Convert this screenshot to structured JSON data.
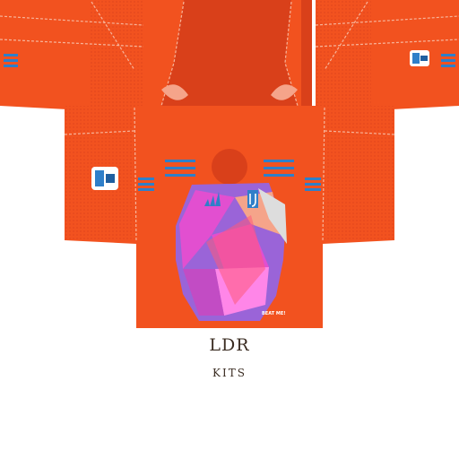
{
  "kit": {
    "base_color": "#f2521f",
    "dark_color": "#d9401a",
    "stitch_color": "#f7b49a",
    "accent_color": "#2f7fc9",
    "salmon_color": "#f5a48a",
    "pink_color": "#e24fd0",
    "purple_color": "#9a64d8",
    "white_color": "#ffffff",
    "icons": {
      "club_crest": "juventus-crest-icon",
      "brand_logo": "adidas-logo-icon",
      "league_patch": "serie-a-patch-icon"
    }
  },
  "badge": {
    "line1": "LDR",
    "line2": "KITS",
    "ring_color": "#3b2a1f",
    "fill_color": "#f3e6d6"
  },
  "shirt": {
    "neck_print": "BEAT ME!"
  }
}
